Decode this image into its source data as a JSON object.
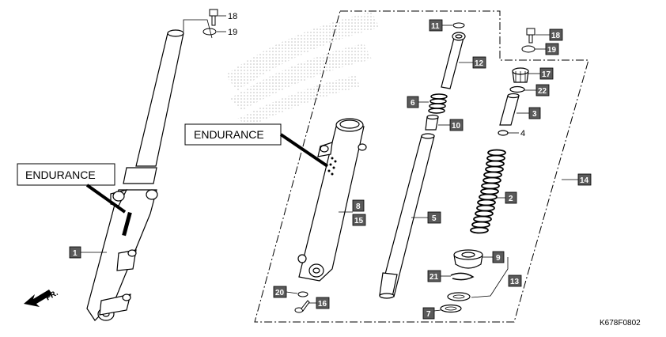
{
  "diagram": {
    "code": "K678F0802",
    "direction_label": "FR.",
    "endurance_labels": [
      "ENDURANCE",
      "ENDURANCE"
    ],
    "callouts": {
      "c18a": "18",
      "c19a": "19",
      "c1": "1",
      "c11": "11",
      "c12": "12",
      "c6": "6",
      "c10": "10",
      "c8": "8",
      "c15": "15",
      "c5": "5",
      "c18b": "18",
      "c19b": "19",
      "c17": "17",
      "c22": "22",
      "c3": "3",
      "c4": "4",
      "c14": "14",
      "c2": "2",
      "c9": "9",
      "c21": "21",
      "c13": "13",
      "c20": "20",
      "c16": "16",
      "c7": "7"
    }
  },
  "colors": {
    "callout_fill": "#5a5a5a",
    "line": "#000000",
    "watermark": "#b8b8b8"
  }
}
